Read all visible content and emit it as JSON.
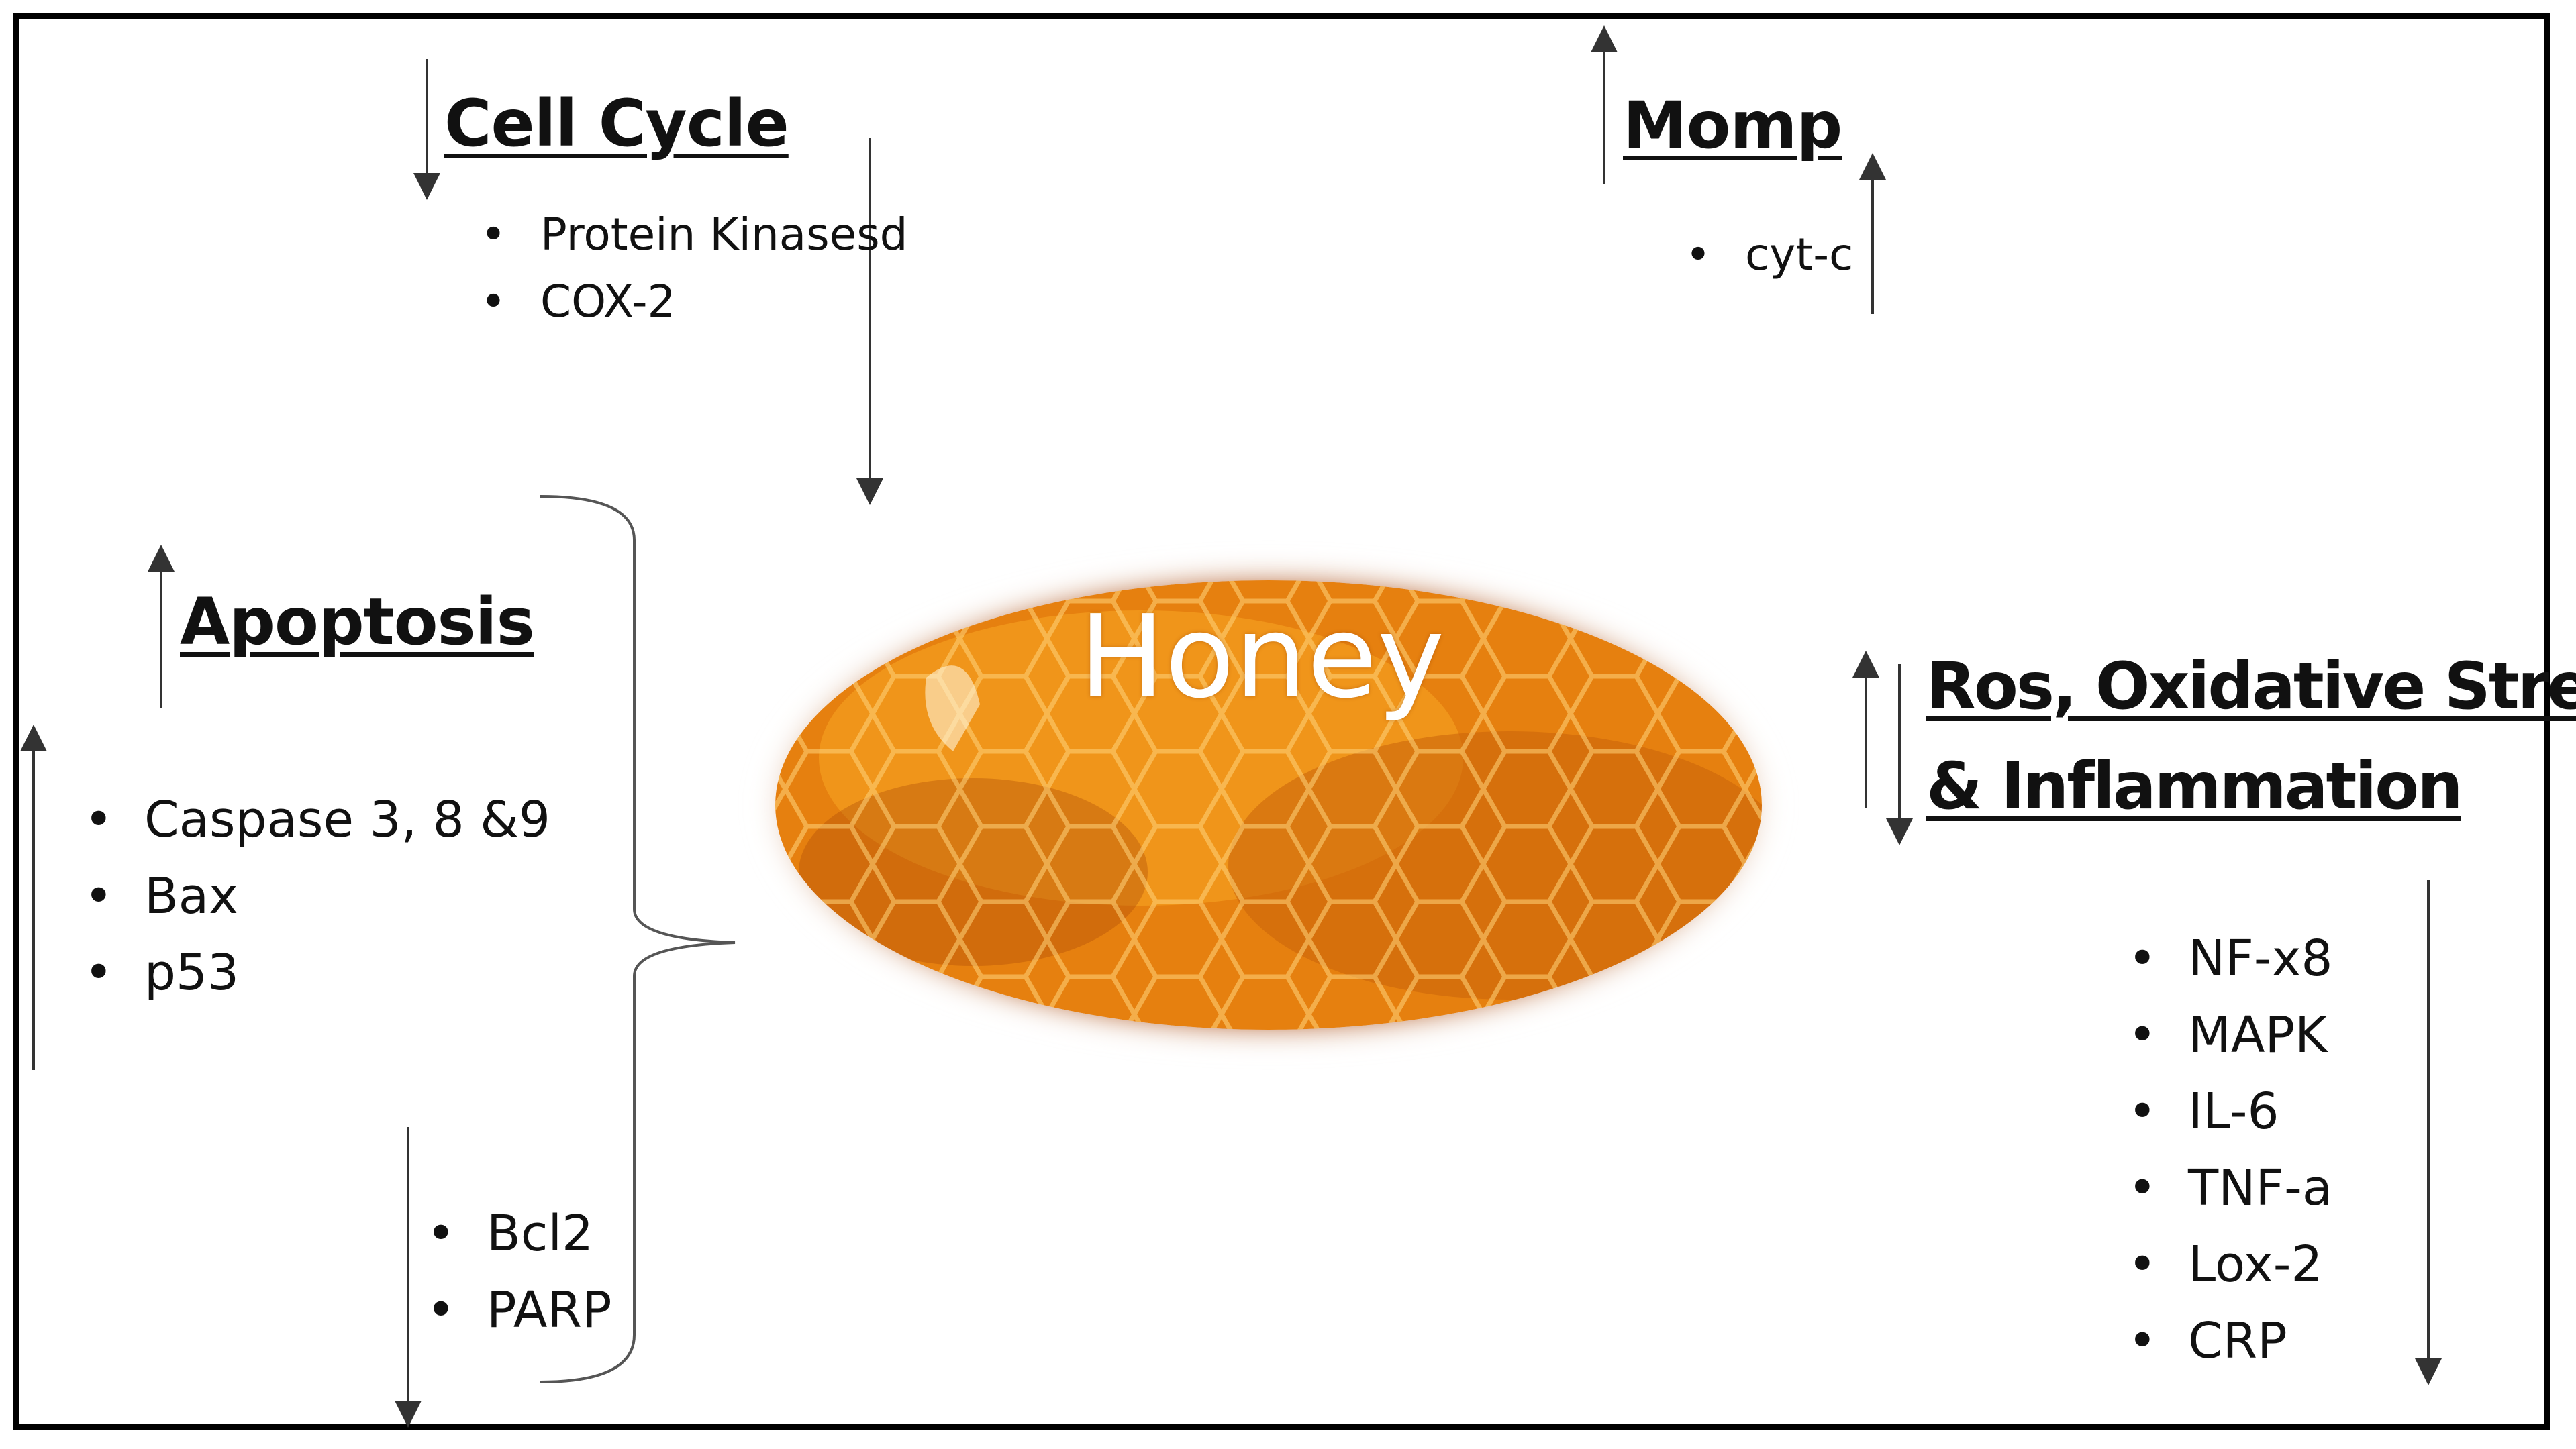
{
  "diagram": {
    "center": {
      "label": "Honey"
    },
    "sections": {
      "cell_cycle": {
        "title": "Cell Cycle",
        "items": [
          "Protein Kinasesd",
          "COX-2"
        ]
      },
      "momp": {
        "title": "Momp",
        "items": [
          "cyt-c"
        ]
      },
      "apoptosis": {
        "title": "Apoptosis",
        "up_items": [
          "Caspase 3, 8 &9",
          "Bax",
          "p53"
        ],
        "down_items": [
          "Bcl2",
          "PARP"
        ]
      },
      "ros": {
        "title_line1": "Ros, Oxidative Stress",
        "title_line2": "& Inflammation",
        "items": [
          "NF-x8",
          "MAPK",
          "IL-6",
          "TNF-a",
          "Lox-2",
          "CRP"
        ]
      }
    },
    "colors": {
      "honey_light": "#f6a21c",
      "honey_mid": "#e07a10",
      "honey_dark": "#8a3a05",
      "line": "#333333"
    }
  }
}
